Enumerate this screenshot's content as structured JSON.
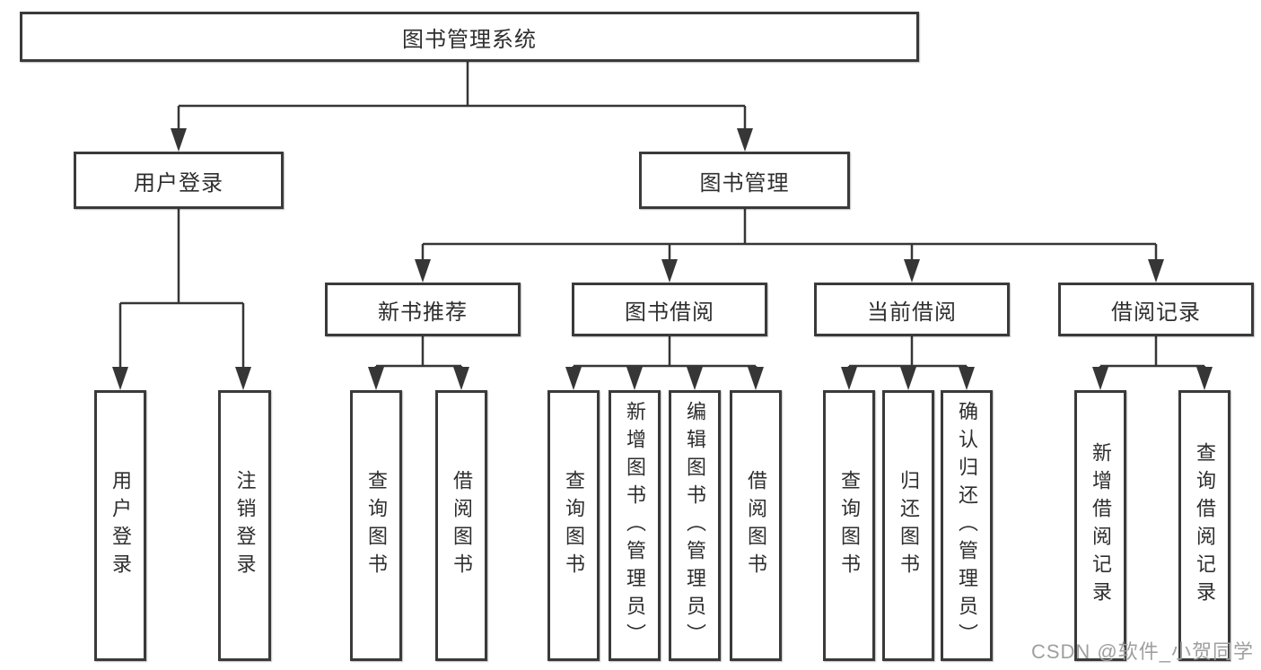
{
  "diagram": {
    "title": "图书管理系统",
    "root": {
      "label": "图书管理系统"
    },
    "level2": {
      "user_login": {
        "label": "用户登录",
        "children": [
          "用户登录",
          "注销登录"
        ]
      },
      "book_mgmt": {
        "label": "图书管理"
      }
    },
    "branches": [
      {
        "label": "新书推荐",
        "children": [
          "查询图书",
          "借阅图书"
        ]
      },
      {
        "label": "图书借阅",
        "children": [
          "查询图书",
          "新增图书（管理员）",
          "编辑图书（管理员）",
          "借阅图书"
        ]
      },
      {
        "label": "当前借阅",
        "children": [
          "查询图书",
          "归还图书",
          "确认归还（管理员）"
        ]
      },
      {
        "label": "借阅记录",
        "children": [
          "新增借阅记录",
          "查询借阅记录"
        ]
      }
    ]
  },
  "watermark": "CSDN @软件_小贺同学",
  "colors": {
    "line": "#363636",
    "box_border": "#3a3a3a",
    "text": "#2e2e2e",
    "watermark": "#9f9f9f",
    "background": "#ffffff"
  }
}
